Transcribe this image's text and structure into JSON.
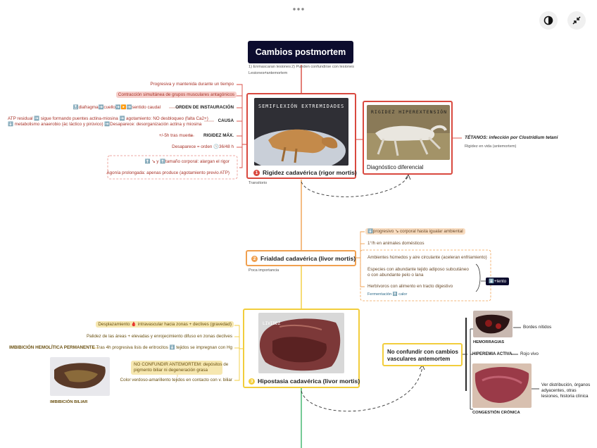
{
  "toolbar": {
    "dots_icon": "more-horizontal-icon",
    "contrast_icon": "contrast-icon",
    "collapse_icon": "collapse-icon"
  },
  "root": {
    "title": "Cambios postmortem",
    "notes": [
      "1) Enmascaran lesiones",
      "2) Pueden confundirse con lesiones",
      "Lesiones≠antemortem"
    ]
  },
  "rigidez": {
    "number": "1",
    "title": "Rigidez cadavérica (rigor mortis)",
    "photo_text": "SEMIFLEXIÓN EXTREMIDADES",
    "note": "Transitorio",
    "branches": [
      "Progresiva y mantenida durante un tiempo",
      "Contracción simultánea de grupos musculares antagónicos",
      "ORDEN DE INSTAURACIÓN",
      "🔝diafragma➡️cuello➡️▶️➡️sentido caudal",
      "CAUSA",
      "ATP residual ➡️ sigue formando puentes actina-miosina ➡️ agotamiento: NO desbloqueo (falta Ca2+)",
      "⬇️ metabolismo anaerobio (ác láctico y pirúvico) ➡️Desaparece: desorganización actina y miosina",
      "RIGIDEZ MÁX.",
      "+/-5h tras muerte",
      "Desaparece = orden 🕓36/48 h",
      "⬆️ ↘ y ⬆️tamaño corporal: alargan el rigor",
      "Agonía prolongada: apenas produce (agotamiento previo ATP)"
    ]
  },
  "diagnostico": {
    "title": "Diagnóstico diferencial",
    "photo_text": "RIGIDEZ HIPEREXTENSIÓN",
    "label": "TÉTANOS: infección por Clostridium tetani",
    "sub": "Rigidez en vida (antemortem)"
  },
  "frialdad": {
    "number": "2",
    "title": "Frialdad cadavérica (livor mortis)",
    "note": "Poca importancia",
    "branches": [
      "⬇️progresivo ↘ corporal hasta igualar ambiental",
      "1°/h en animales domésticos",
      "Ambientes húmedos y aire circulante (aceleran enfriamiento)",
      "Especies con abundante tejido adiposo subcutáneo",
      "o con abundante pelo o lana",
      "Herbívoros con alimento en tracto digestivo",
      "Fermentación ⬆️ calor"
    ],
    "slow_label": "⬇️+lento"
  },
  "hipostasia": {
    "number": "3",
    "title": "Hipostasia cadavérica (livor mortis)",
    "photo_text": "LIVIDEZ",
    "branches": [
      "Desplazamiento 🩸 intravascular hacia zonas + declives (gravedad)",
      "Palidez de las áreas + elevadas y enrojecimiento difuso en zonas declives",
      "Tras 4h progresiva lisis de eritrocitos ⬇️ tejidos se impregnan con Hg",
      "IMBIBICIÓN HEMOLÍTICA PERMANENTE",
      "NO CONFUNDIR ANTEMORTEM: depósitos de",
      "pigmento biliar ni degeneración grasa",
      "Color verdoso-amarillento tejidos en contacto con v. biliar",
      "IMBIBICIÓN BILIAR"
    ]
  },
  "confundir": {
    "title_line1": "No confundir con cambios",
    "title_line2": "vasculares antemortem",
    "items": [
      {
        "label": "HEMORRAGIAS",
        "desc": "Bordes nítidos"
      },
      {
        "label": "HIPEREMIA ACTIVA",
        "desc": "Rojo vivo"
      },
      {
        "label": "CONGESTIÓN CRÓNICA",
        "desc_lines": [
          "Ver distribución, órganos",
          "adyacentes, otras",
          "lesiones, historia clínica"
        ]
      }
    ]
  },
  "colors": {
    "root": "#0c0c2e",
    "red": "#d9493f",
    "orange": "#f0a050",
    "yellow": "#f2cd3c",
    "green": "#3bb46a"
  }
}
